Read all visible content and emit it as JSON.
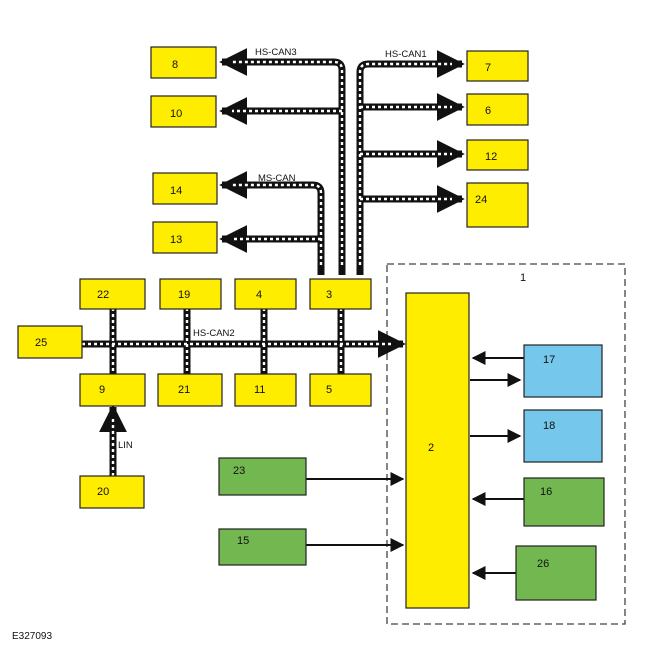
{
  "diagram_id": "E327093",
  "colors": {
    "module_yellow": "#FFED00",
    "module_blue": "#75C7EC",
    "module_green": "#72B74F",
    "bus_dark": "#111111",
    "bus_light": "#ffffff",
    "gateway_border": "#444444"
  },
  "modules": {
    "m1": "1",
    "m2": "2",
    "m3": "3",
    "m4": "4",
    "m5": "5",
    "m6": "6",
    "m7": "7",
    "m8": "8",
    "m9": "9",
    "m10": "10",
    "m11": "11",
    "m12": "12",
    "m13": "13",
    "m14": "14",
    "m15": "15",
    "m16": "16",
    "m17": "17",
    "m18": "18",
    "m19": "19",
    "m20": "20",
    "m21": "21",
    "m22": "22",
    "m23": "23",
    "m24": "24",
    "m25": "25",
    "m26": "26"
  },
  "buses": {
    "hs_can1": "HS-CAN1",
    "hs_can2": "HS-CAN2",
    "hs_can3": "HS-CAN3",
    "ms_can": "MS-CAN",
    "lin": "LIN"
  }
}
